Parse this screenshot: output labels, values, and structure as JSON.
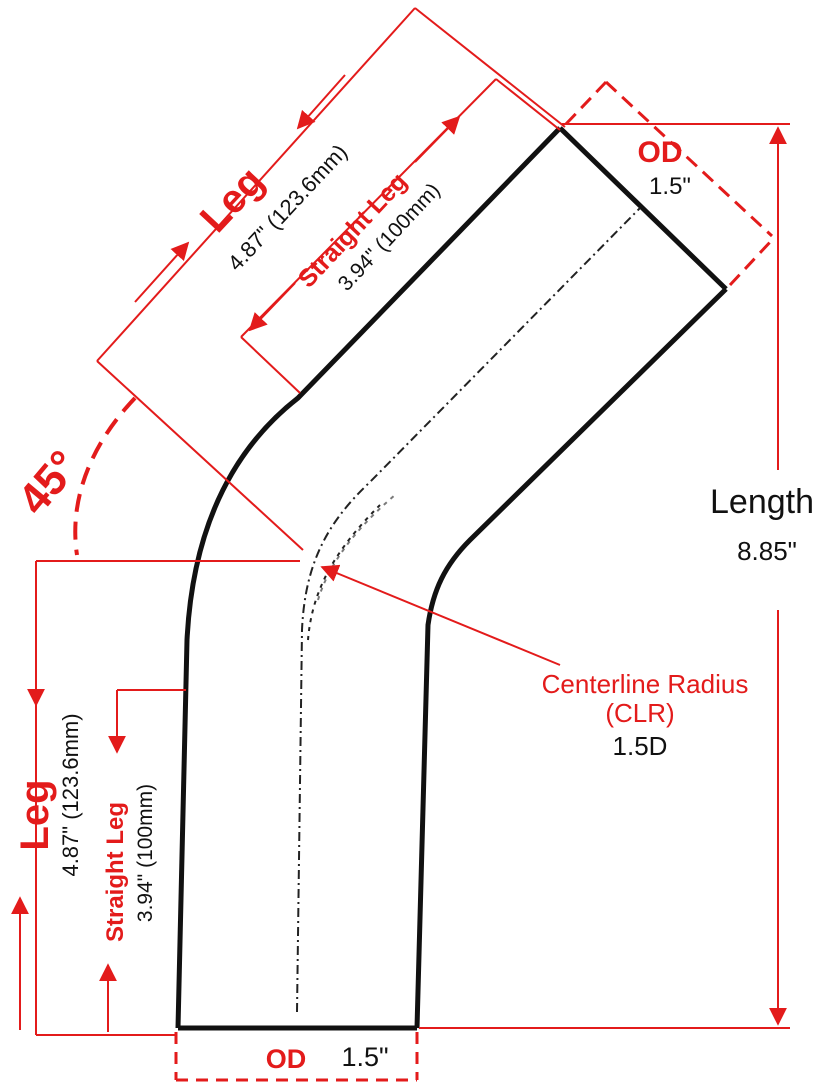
{
  "colors": {
    "dimension": "#e31b1b",
    "tube": "#111111",
    "background": "#ffffff"
  },
  "angle": {
    "label": "45°"
  },
  "upper_leg": {
    "leg_label": "Leg",
    "leg_value": "4.87\" (123.6mm)",
    "straight_label": "Straight Leg",
    "straight_value": "3.94\" (100mm)"
  },
  "lower_leg": {
    "leg_label": "Leg",
    "leg_value": "4.87\" (123.6mm)",
    "straight_label": "Straight Leg",
    "straight_value": "3.94\" (100mm)"
  },
  "top_od": {
    "label": "OD",
    "value": "1.5\""
  },
  "bottom_od": {
    "label": "OD",
    "value": "1.5\""
  },
  "length": {
    "label": "Length",
    "value": "8.85\""
  },
  "clr": {
    "label": "Centerline Radius",
    "abbr": "(CLR)",
    "value": "1.5D"
  }
}
